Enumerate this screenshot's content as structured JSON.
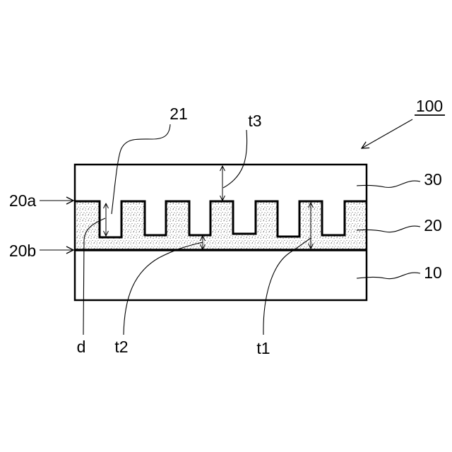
{
  "figure": {
    "reference_numeral": "100",
    "layers": {
      "top": "30",
      "middle": "20",
      "bottom": "10"
    },
    "surfaces": {
      "upper": "20a",
      "lower": "20b"
    },
    "pattern": "21",
    "dimensions": {
      "depth": "d",
      "t1": "t1",
      "t2": "t2",
      "t3": "t3"
    }
  }
}
